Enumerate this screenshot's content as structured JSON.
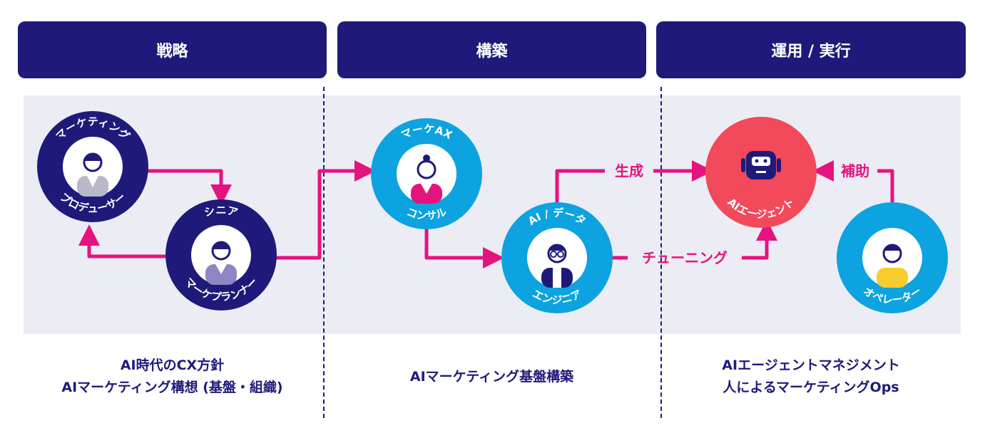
{
  "headers": {
    "strategy": "戦略",
    "build": "構築",
    "ops": "運用 / 実行"
  },
  "colors": {
    "navy": "#1f1a7a",
    "cyan": "#0ca3e0",
    "red": "#f2495b",
    "magenta": "#e5137f",
    "panel": "#ececf4"
  },
  "nodes": {
    "mkt_producer": {
      "top": "マーケティング",
      "bottom": "プロデューサー"
    },
    "senior_planner": {
      "top": "シニア",
      "bottom": "マーケプランナー"
    },
    "ax_consul": {
      "top": "マーケAX",
      "bottom": "コンサル"
    },
    "data_engineer": {
      "top": "AI / データ",
      "bottom": "エンジニア"
    },
    "ai_agent": {
      "label": "AIエージェント"
    },
    "operator": {
      "label": "オペレーター"
    }
  },
  "edges": {
    "generate": "生成",
    "tuning": "チューニング",
    "assist": "補助"
  },
  "captions": {
    "strategy": [
      "AI時代のCX方針",
      "AIマーケティング構想 (基盤・組織)"
    ],
    "build": [
      "AIマーケティング基盤構築"
    ],
    "ops": [
      "AIエージェントマネジメント",
      "人によるマーケティングOps"
    ]
  }
}
